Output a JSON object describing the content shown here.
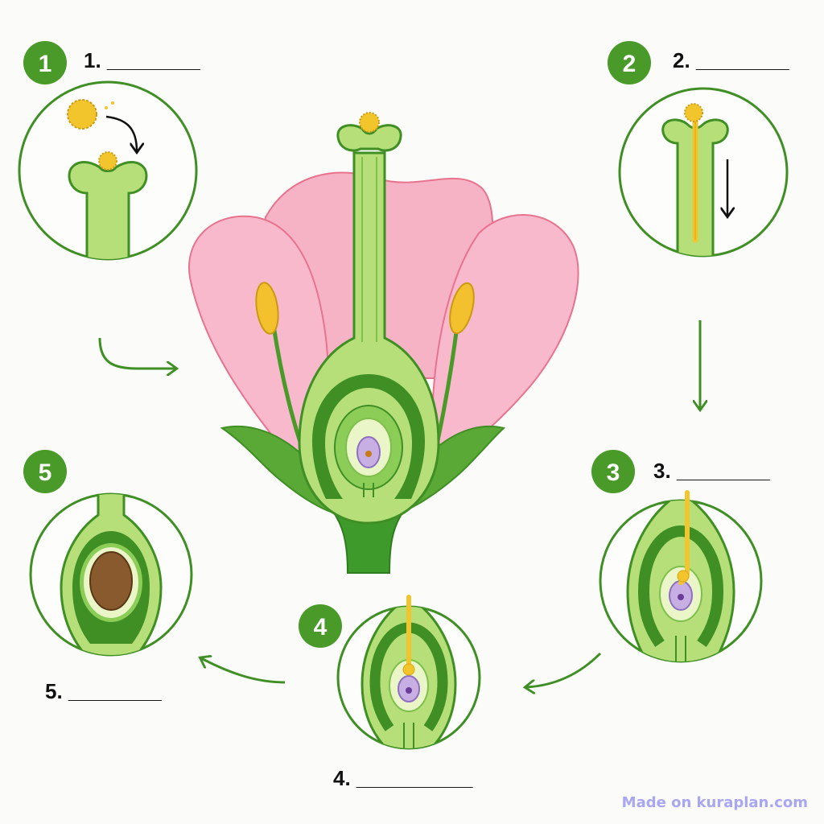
{
  "steps": [
    {
      "badge": "1",
      "label": "1. ________"
    },
    {
      "badge": "2",
      "label": "2. ________"
    },
    {
      "badge": "3",
      "label": "3. ________"
    },
    {
      "badge": "4",
      "label": "4. __________"
    },
    {
      "badge": "5",
      "label": "5. ________"
    }
  ],
  "watermark": "Made on kuraplan.com",
  "colors": {
    "outline_green": "#3f8f25",
    "light_green": "#b6df79",
    "mid_green": "#8ccd57",
    "dark_green": "#3d8d2a",
    "petal_pink": "#f6aac0",
    "pollen_yellow": "#f2c52c",
    "egg_purple": "#c7aee3",
    "seed_brown": "#8a5a2f"
  }
}
